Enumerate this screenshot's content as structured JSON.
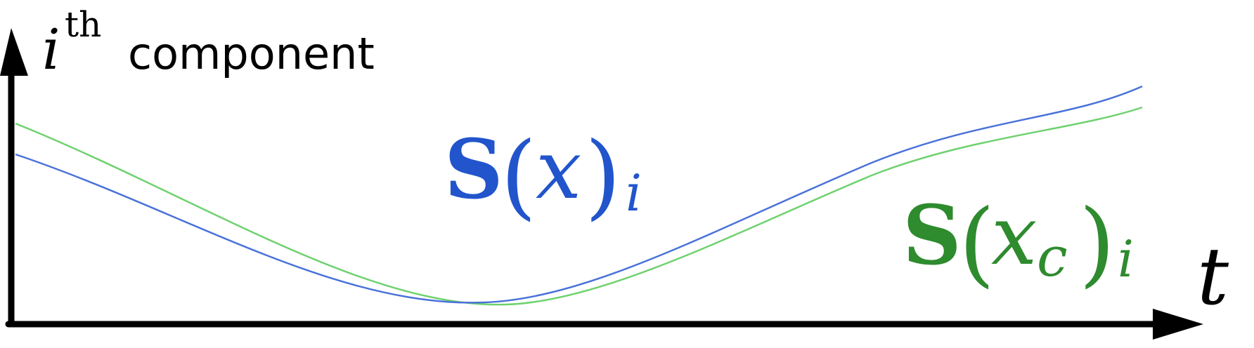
{
  "axes": {
    "y_label_symbol": "i",
    "y_label_superscript": "th",
    "y_label_word": "component",
    "x_label": "t"
  },
  "curves": [
    {
      "label_bold": "S",
      "label_open": "(",
      "label_var": "x",
      "label_var_sub": "",
      "label_close": ")",
      "label_sub": "i",
      "color": "#2255cc",
      "stroke_color": "#4a72d9"
    },
    {
      "label_bold": "S",
      "label_open": "(",
      "label_var": "x",
      "label_var_sub": "c",
      "label_close": ")",
      "label_sub": "i",
      "color": "#2e8b2e",
      "stroke_color": "#6fd16f"
    }
  ]
}
